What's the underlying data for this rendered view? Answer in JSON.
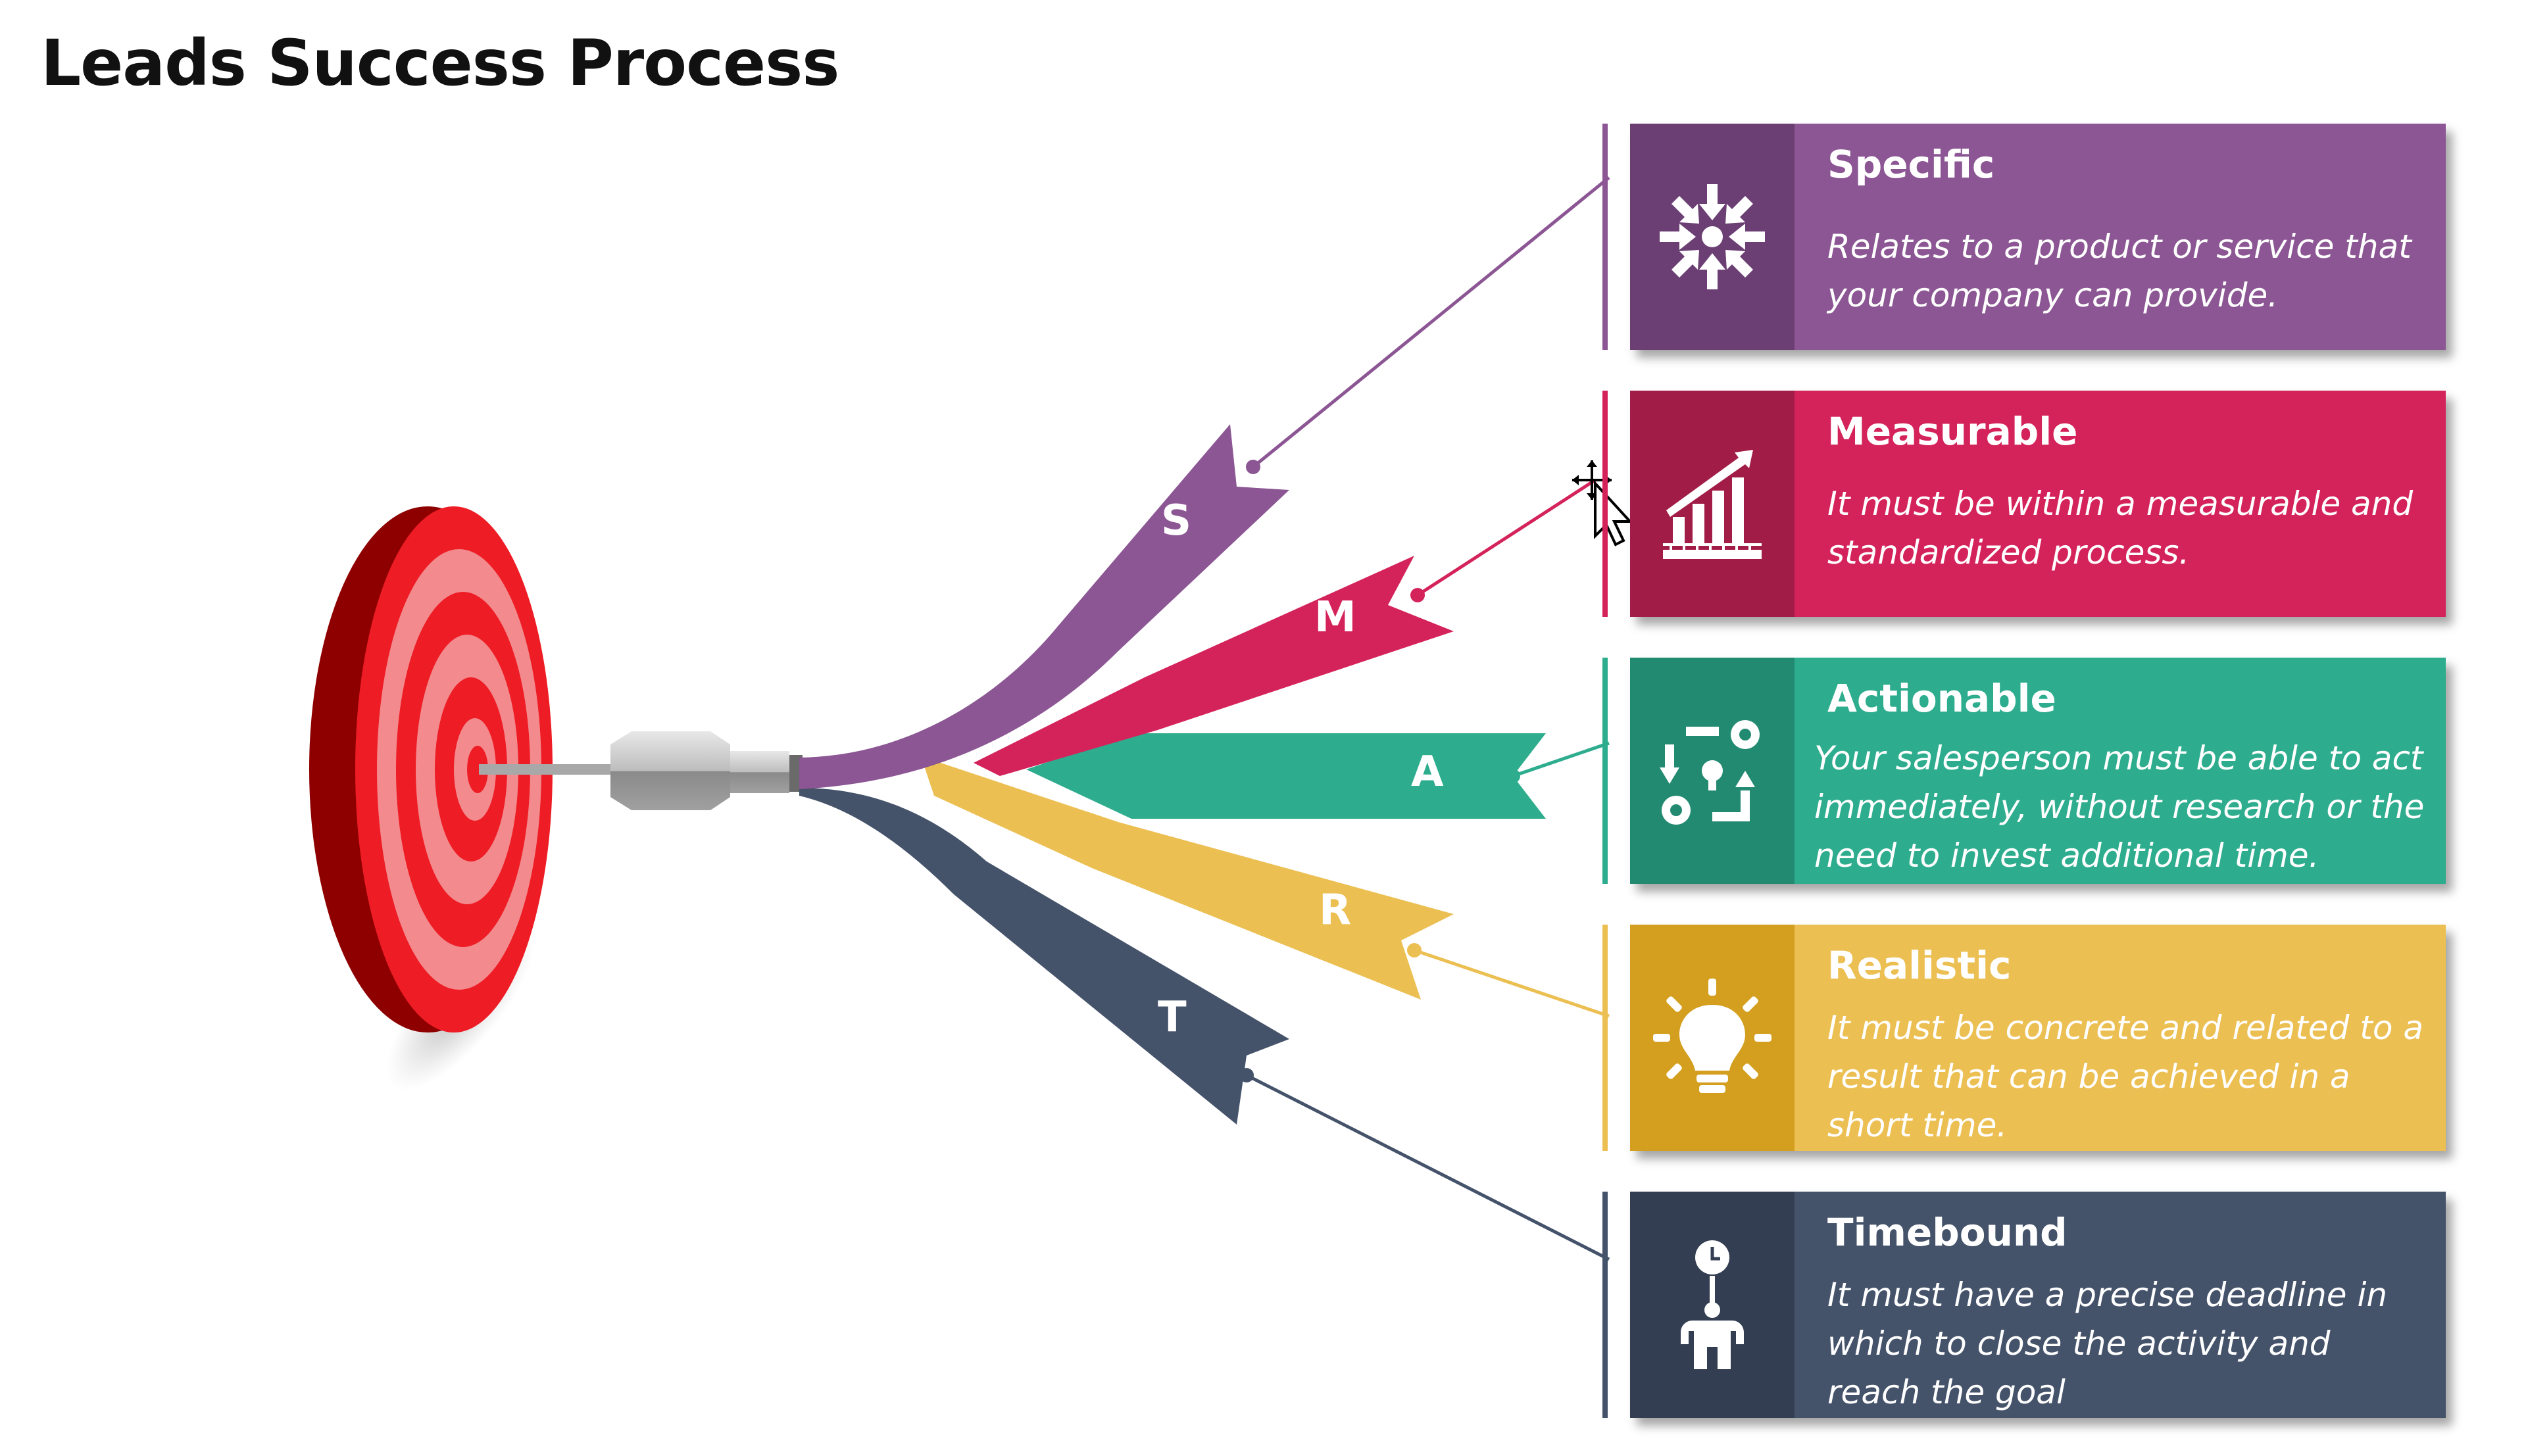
{
  "title": "Leads Success Process",
  "colors": {
    "specific": "#8b5693",
    "specific_dark": "#6c3f74",
    "measurable": "#d4235b",
    "measurable_dark": "#a11c47",
    "actionable": "#2eac8e",
    "actionable_dark": "#238a72",
    "realistic": "#ecbf52",
    "realistic_dark": "#d49f1f",
    "timebound": "#44526a",
    "timebound_dark": "#333e52",
    "target_red": "#ee1c24",
    "target_pink": "#f28a8e"
  },
  "arrows": {
    "s": "S",
    "m": "M",
    "a": "A",
    "r": "R",
    "t": "T"
  },
  "cards": {
    "specific": {
      "heading": "Specific",
      "description": "Relates to a product or service that your company can provide.",
      "icon": "converge-arrows-icon"
    },
    "measurable": {
      "heading": "Measurable",
      "description": "It must be within a measurable and standardized process.",
      "icon": "growth-chart-icon"
    },
    "actionable": {
      "heading": "Actionable",
      "description": "Your salesperson must be able to act immediately, without research or the need to invest additional time.",
      "icon": "process-gears-icon"
    },
    "realistic": {
      "heading": "Realistic",
      "description": "It must be concrete and related to a result that can be achieved in a short time.",
      "icon": "lightbulb-icon"
    },
    "timebound": {
      "heading": "Timebound",
      "description": "It must have a precise deadline in which to close the activity and reach the goal",
      "icon": "person-clock-icon"
    }
  }
}
